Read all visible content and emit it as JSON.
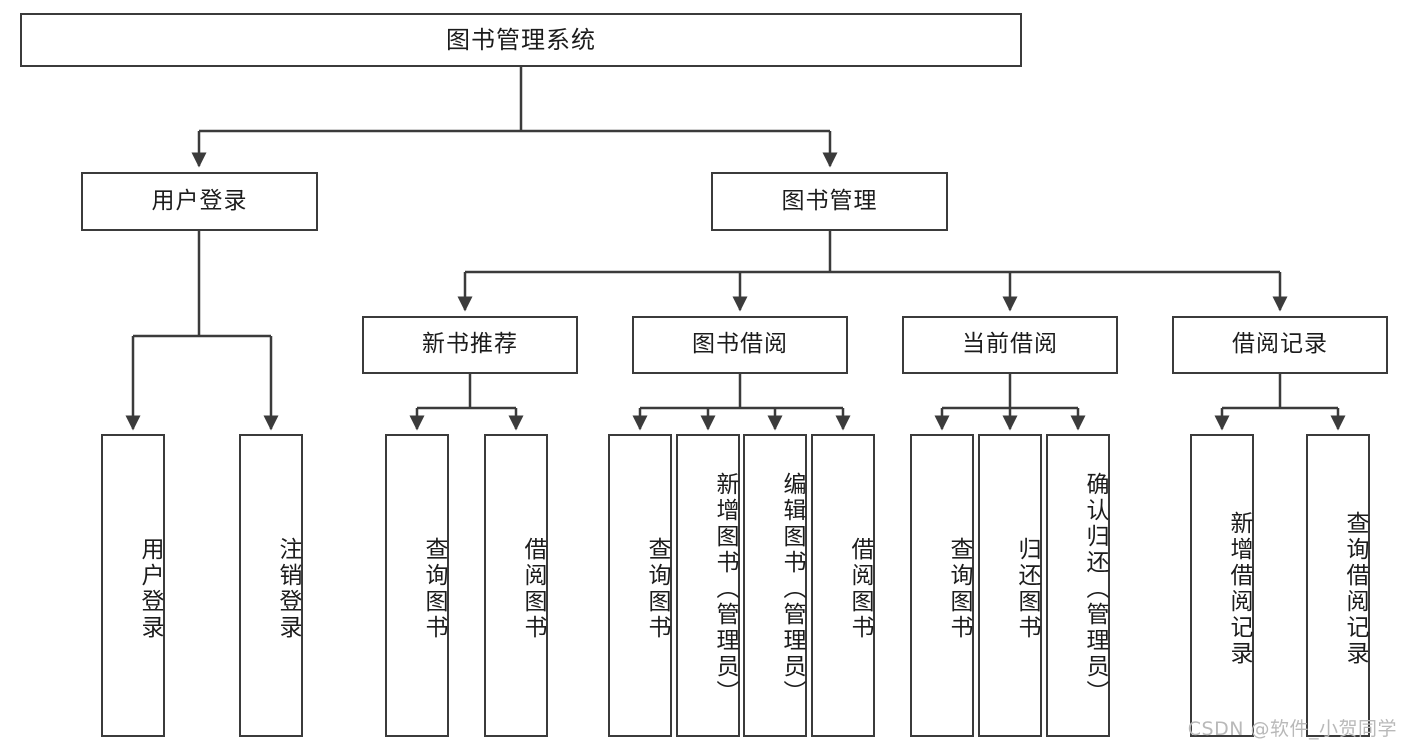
{
  "diagram": {
    "title": "图书管理系统",
    "type": "tree",
    "watermark": "CSDN @软件_小贺同学",
    "colors": {
      "border": "#3b3b3b",
      "fill": "#ffffff",
      "connector": "#3b3b3b",
      "text": "#1c1c1c",
      "watermark": "#b9b9b9"
    },
    "levels": {
      "root": {
        "label": "图书管理系统"
      },
      "level2": [
        {
          "label": "用户登录"
        },
        {
          "label": "图书管理"
        }
      ],
      "level3": [
        {
          "label": "新书推荐"
        },
        {
          "label": "图书借阅"
        },
        {
          "label": "当前借阅"
        },
        {
          "label": "借阅记录"
        }
      ],
      "level4": {
        "user_login": [
          {
            "label": "用户登录"
          },
          {
            "label": "注销登录"
          }
        ],
        "new_book_recommend": [
          {
            "label": "查询图书"
          },
          {
            "label": "借阅图书"
          }
        ],
        "book_borrow": [
          {
            "label": "查询图书"
          },
          {
            "label": "新增图书（管理员）"
          },
          {
            "label": "编辑图书（管理员）"
          },
          {
            "label": "借阅图书"
          }
        ],
        "current_borrow": [
          {
            "label": "查询图书"
          },
          {
            "label": "归还图书"
          },
          {
            "label": "确认归还（管理员）"
          }
        ],
        "borrow_record": [
          {
            "label": "新增借阅记录"
          },
          {
            "label": "查询借阅记录"
          }
        ]
      }
    }
  }
}
